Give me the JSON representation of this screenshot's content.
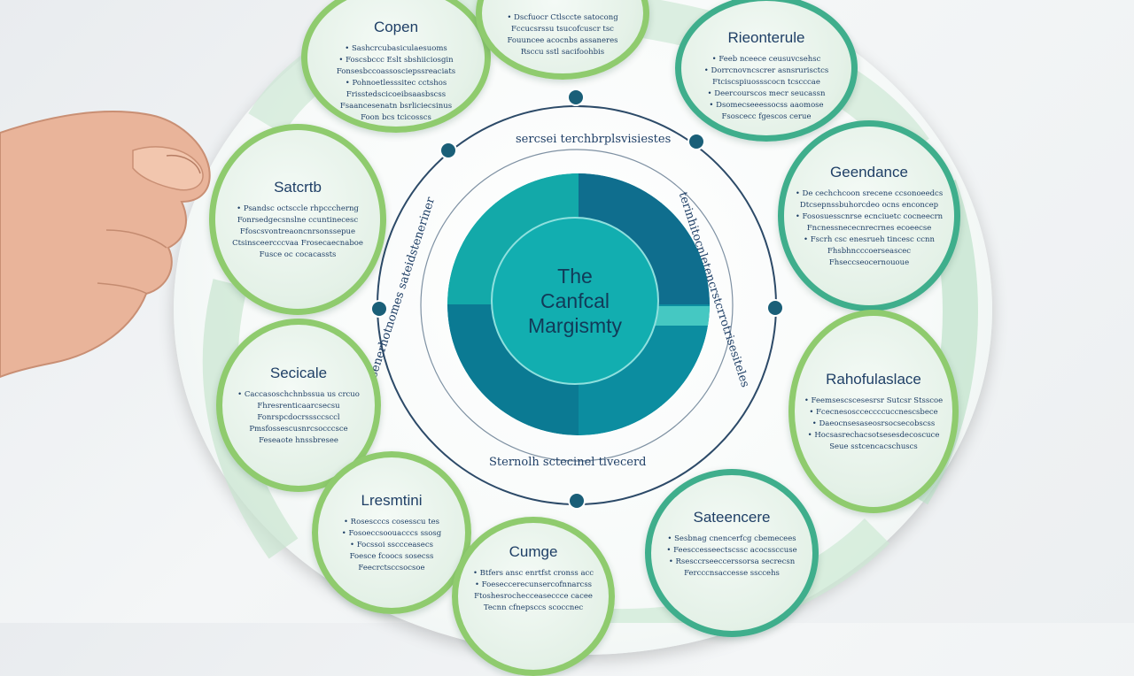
{
  "center": {
    "line1": "The",
    "line2": "Canfcal",
    "line3": "Margismty"
  },
  "ring_text": {
    "top": "sercsei terchbrplsvisiestes",
    "left": "tohtsenerhotnomes sateidsteneriner",
    "right": "terinhitocnletencrstcrrotrisesiteles",
    "bottom": "Sternolh sctecinel tivecerd"
  },
  "bubbles": {
    "copen": {
      "title": "Copen",
      "items": [
        "Sashcrcubasiculaesuoms",
        "Foscsbccc Eslt sbshiiciosgin",
        "Fonsesbccoassosciepssreaciats",
        "Pohnoetlesssitec cctshos",
        "Frisstedscicoeibsaasbscss",
        "Fsaancesenatn bsrliciecsinus",
        "Foon bcs tcicosscs"
      ]
    },
    "top": {
      "title": "",
      "items": [
        "Dscfuocr Ctlsccte satocong",
        "Fccucsrssu tsucofcuscr tsc",
        "Fouuncee acocnbs assaneres",
        "Rsccu sstl sacifoohbis"
      ]
    },
    "rtop": {
      "title": "Rieonterule",
      "items": [
        "Feeb nceece ceusuvcsehsc",
        "Dorrcnovncscrer asnsrurisctcs",
        "Ftciscspiuossscocn tcscccae",
        "Deercourscos mecr seucassn",
        "Dsomecseeessocss aaomose",
        "Fsoscecc fgescos cerue"
      ]
    },
    "satcrtb": {
      "title": "Satcrtb",
      "items": [
        "Psandsc octsccle rhpcccherng",
        "Fonrsedgecsnslne ccuntinecesc",
        "Ffoscsvontreaoncnrsonssepue",
        "Ctsinsceercccvaa Frosecaecnaboe",
        "Fusce oc cocacassts"
      ]
    },
    "geendance": {
      "title": "Geendance",
      "items": [
        "De cechchcoon srecene ccsonoeedcs",
        "Dtcsepnssbuhorcdeo ocns enconcep",
        "Fososuesscnrse ecnciuetc cocneecrn",
        "Fncnessnececnrecrnes ecoeecse",
        "Fscrh csc enesrueh tincesc ccnn",
        "Fhsbhncccoerseascec",
        "Fhseccseocernououe"
      ]
    },
    "secicale": {
      "title": "Secicale",
      "items": [
        "Caccasoschchnbssua us crcuo",
        "Fhresrenticaarcsecsu",
        "Fonrspcdocrsssccsccl",
        "Pmsfossescusnrcsocccsce",
        "Feseaote hnssbresee"
      ]
    },
    "rahofulaslace": {
      "title": "Rahofulaslace",
      "items": [
        "Feemsescscesesrsr Sutcsr Stsscoe",
        "Fcecnesoscceccccuccnescsbece",
        "Daeocnsesaseosrsocsecobscss",
        "Hocsasrechacsotsesesdecoscuce",
        "Seue sstcencacschuscs"
      ]
    },
    "lresmtini": {
      "title": "Lresmtini",
      "items": [
        "Rosescccs cosesscu tes",
        "Fosoeccsoouacccs ssosg",
        "Focssoi ssccceasecs",
        "Foesce fcoocs sosecss",
        "Feecrctsccsocsoe"
      ]
    },
    "cumge": {
      "title": "Cumge",
      "items": [
        "Btfers ansc enrtfst cronss acc",
        "Foeseccerecunsercofnnarcss",
        "Ftoshesrochecceaseccce cacee",
        "Tecnn cfnepsccs scoccnec"
      ]
    },
    "sateencere": {
      "title": "Sateencere",
      "items": [
        "Sesbnag cnencerfcg cbemecees",
        "Feesccesseectscssc acocssccuse",
        "Rsesccrseeccerssorsa secrecsn",
        "Fercccnsaccesse ssccehs"
      ]
    }
  },
  "colors": {
    "teal": "#12aeb0",
    "navy": "#1f3f66",
    "green": "#8fcb6e"
  }
}
